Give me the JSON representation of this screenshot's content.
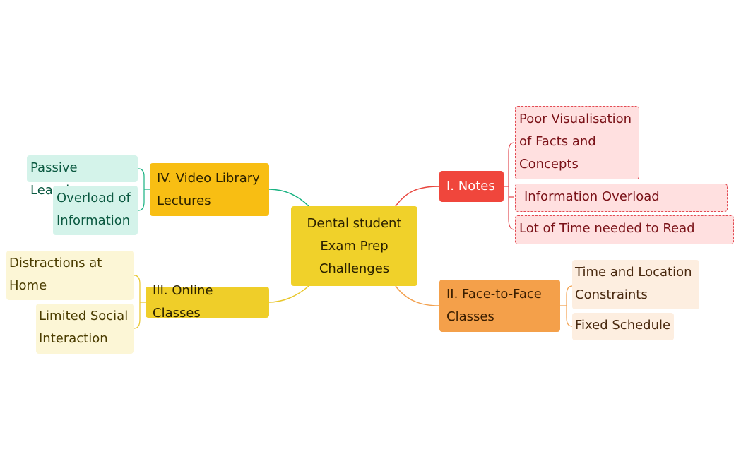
{
  "central": {
    "label": "Dental student\nExam Prep\nChallenges"
  },
  "branches": [
    {
      "id": "notes",
      "label": "I. Notes",
      "children": [
        "Poor Visualisation\nof Facts and\nConcepts",
        "Information Overload",
        "Lot of Time needed to Read"
      ]
    },
    {
      "id": "face",
      "label": "II. Face-to-Face\nClasses",
      "children": [
        "Time and Location\nConstraints",
        "Fixed Schedule"
      ]
    },
    {
      "id": "online",
      "label": "III. Online Classes",
      "children": [
        "Distractions at\nHome",
        "Limited Social\nInteraction"
      ]
    },
    {
      "id": "video",
      "label": "IV. Video Library\nLectures",
      "children": [
        "Passive Learning",
        "Overload of\nInformation"
      ]
    }
  ],
  "colors": {
    "notes": "#f0463c",
    "face": "#f4a04a",
    "online": "#efce29",
    "video": "#18b281"
  }
}
